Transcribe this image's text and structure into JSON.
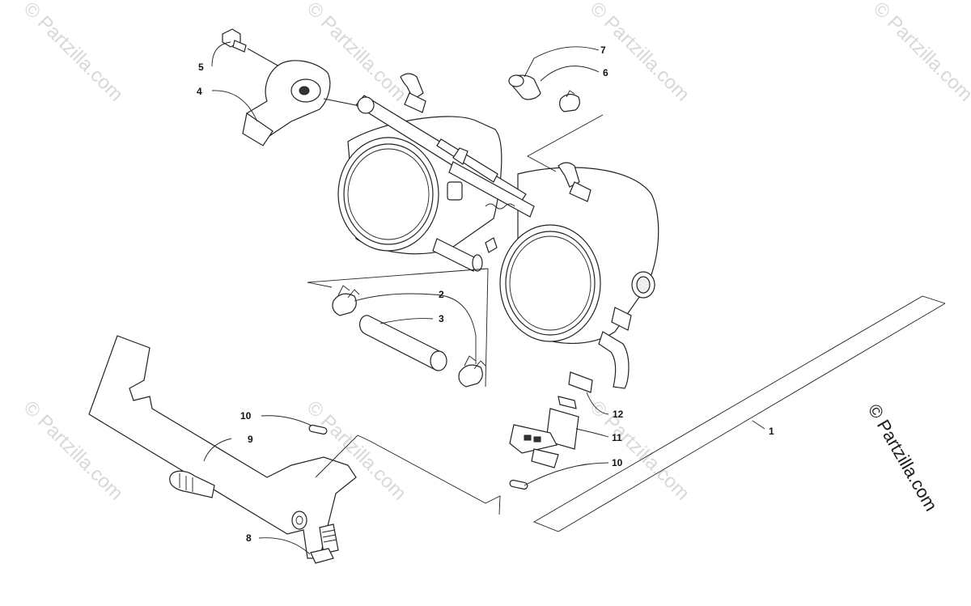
{
  "callouts": {
    "c1": "1",
    "c2": "2",
    "c3": "3",
    "c4": "4",
    "c5": "5",
    "c6": "6",
    "c7": "7",
    "c8": "8",
    "c9": "9",
    "c10a": "10",
    "c10b": "10",
    "c11": "11",
    "c12": "12"
  },
  "watermark": {
    "faint": "© Partzilla.com",
    "main": "© Partzilla.com"
  },
  "colors": {
    "line": "#222222",
    "watermark_faint": "#d8d8d8",
    "watermark_main": "#1a1a1a"
  }
}
